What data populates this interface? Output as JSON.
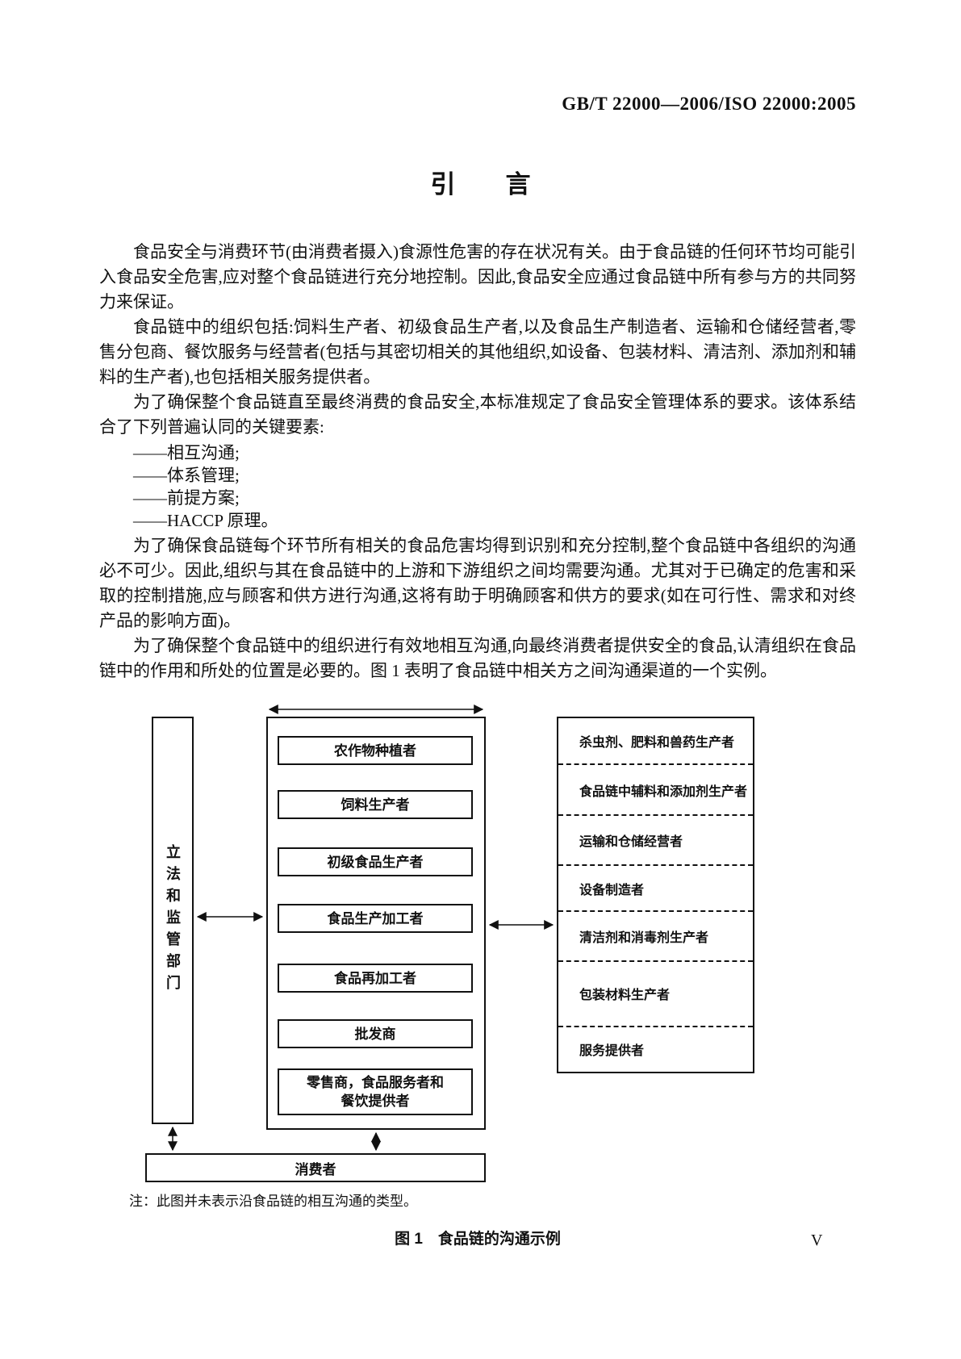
{
  "page": {
    "header": "GB/T 22000—2006/ISO 22000:2005",
    "title": "引　　言",
    "page_number": "V"
  },
  "body": {
    "para1": "食品安全与消费环节(由消费者摄入)食源性危害的存在状况有关。由于食品链的任何环节均可能引入食品安全危害,应对整个食品链进行充分地控制。因此,食品安全应通过食品链中所有参与方的共同努力来保证。",
    "para2": "食品链中的组织包括:饲料生产者、初级食品生产者,以及食品生产制造者、运输和仓储经营者,零售分包商、餐饮服务与经营者(包括与其密切相关的其他组织,如设备、包装材料、清洁剂、添加剂和辅料的生产者),也包括相关服务提供者。",
    "para3": "为了确保整个食品链直至最终消费的食品安全,本标准规定了食品安全管理体系的要求。该体系结合了下列普遍认同的关键要素:",
    "key_elements": [
      "——相互沟通;",
      "——体系管理;",
      "——前提方案;",
      "——HACCP 原理。"
    ],
    "para4": "为了确保食品链每个环节所有相关的食品危害均得到识别和充分控制,整个食品链中各组织的沟通必不可少。因此,组织与其在食品链中的上游和下游组织之间均需要沟通。尤其对于已确定的危害和采取的控制措施,应与顾客和供方进行沟通,这将有助于明确顾客和供方的要求(如在可行性、需求和对终产品的影响方面)。",
    "para5": "为了确保整个食品链中的组织进行有效地相互沟通,向最终消费者提供安全的食品,认清组织在食品链中的作用和所处的位置是必要的。图 1 表明了食品链中相关方之间沟通渠道的一个实例。"
  },
  "figure": {
    "legislative_box": "立法和监管部门",
    "chain_boxes": [
      "农作物种植者",
      "饲料生产者",
      "初级食品生产者",
      "食品生产加工者",
      "食品再加工者",
      "批发商",
      "零售商，食品服务者和\n餐饮提供者"
    ],
    "right_boxes": [
      "杀虫剂、肥料和兽药生产者",
      "食品链中辅料和添加剂生产者",
      "运输和仓储经营者",
      "设备制造者",
      "清洁剂和消毒剂生产者",
      "包装材料生产者",
      "服务提供者"
    ],
    "consumer_box": "消费者",
    "note": "注：此图并未表示沿食品链的相互沟通的类型。",
    "caption": "图 1　食品链的沟通示例"
  }
}
